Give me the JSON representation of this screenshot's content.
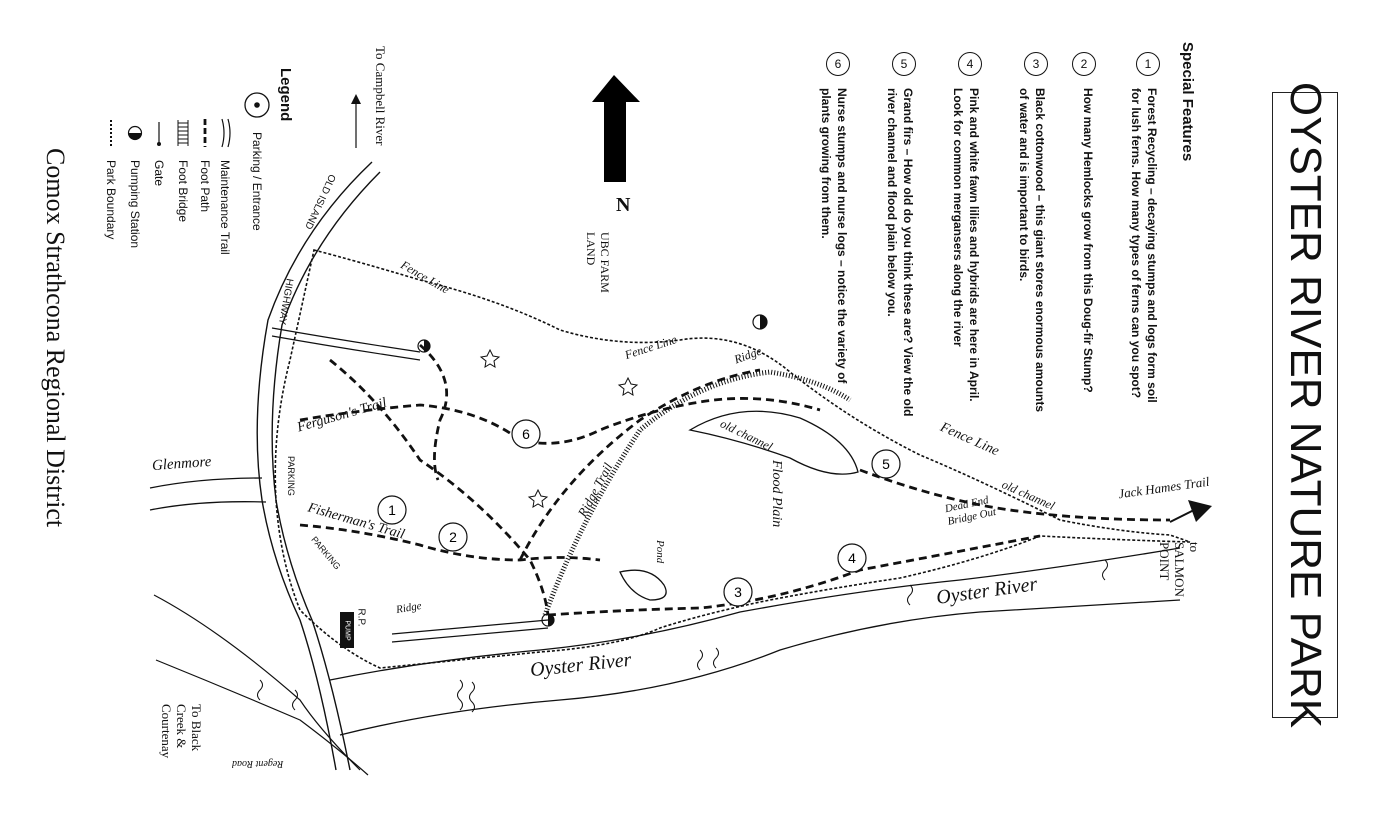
{
  "title": "OYSTER RIVER NATURE PARK",
  "special_features": {
    "heading": "Special Features",
    "items": [
      {
        "num": "1",
        "text": "Forest Recycling – decaying stumps and logs form soil for lush ferns.  How many types of ferns can you spot?"
      },
      {
        "num": "2",
        "text": "How many Hemlocks grow from this Doug-fir Stump?"
      },
      {
        "num": "3",
        "text": "Black cottonwood – this giant stores enormous amounts of water and is important to birds."
      },
      {
        "num": "4",
        "text": "Pink and white fawn lilies and hybrids are here in April.  Look for common mergansers along the river"
      },
      {
        "num": "5",
        "text": "Grand firs – How old do you think these are?  View the old river channel and flood plain below you."
      },
      {
        "num": "6",
        "text": "Nurse stumps and nurse logs – notice the variety of plants growing from them."
      }
    ]
  },
  "legend": {
    "heading": "Legend",
    "items": [
      {
        "label": "Parking / Entrance",
        "icon": "parking-entrance-icon"
      },
      {
        "label": "Maintenance Trail",
        "icon": "maintenance-trail-icon"
      },
      {
        "label": "Foot Path",
        "icon": "foot-path-icon"
      },
      {
        "label": "Foot Bridge",
        "icon": "foot-bridge-icon"
      },
      {
        "label": "Gate",
        "icon": "gate-icon"
      },
      {
        "label": "Pumping Station",
        "icon": "pumping-station-icon"
      },
      {
        "label": "Park Boundary",
        "icon": "park-boundary-icon"
      }
    ]
  },
  "district": "Comox Strathcona Regional District",
  "north": "N",
  "directions": {
    "campbell_river": "To Campbell River",
    "black_creek": [
      "To Black",
      "Creek &",
      "Courtenay"
    ],
    "salmon_point": [
      "to",
      "SALMON",
      "POINT"
    ]
  },
  "map_labels": {
    "jack_hames": "Jack Hames Trail",
    "fence_line_1": "Fence Line",
    "fence_line_2": "Fence Line",
    "fence_line_3": "Fence Line",
    "ubc_farm": [
      "UBC FARM",
      "LAND"
    ],
    "ridge_1": "Ridge",
    "ridge_2": "Ridge",
    "ridge_trail": "Ridge Trail",
    "old_channel_1": "old channel",
    "old_channel_2": "old channel",
    "flood_plain": "Flood Plain",
    "dead_end": [
      "Dead End",
      "Bridge Out"
    ],
    "pond": "Pond",
    "oyster_river_1": "Oyster River",
    "oyster_river_2": "Oyster River",
    "fergusons_trail": "Ferguson's Trail",
    "fishermans_trail": "Fisherman's Trail",
    "glenmore": "Glenmore",
    "parking_1": "PARKING",
    "parking_2": "PARKING",
    "old_island_hwy_1": "OLD ISLAND",
    "old_island_hwy_2": "HIGHWAY",
    "regent_road": "Regent Road",
    "pump": "PUMP",
    "rp": "R.P.",
    "markers": [
      "1",
      "2",
      "3",
      "4",
      "5",
      "6"
    ]
  }
}
